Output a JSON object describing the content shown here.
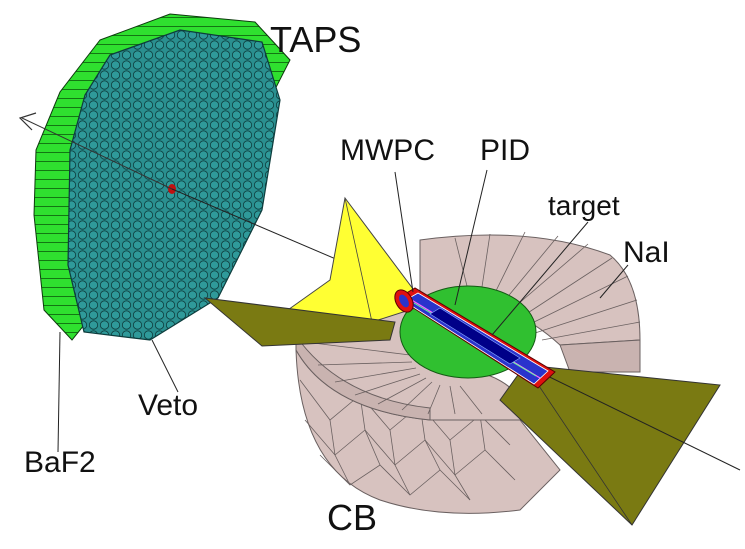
{
  "labels": {
    "taps": "TAPS",
    "mwpc": "MWPC",
    "pid": "PID",
    "target": "target",
    "nai": "NaI",
    "veto": "Veto",
    "baf2": "BaF2",
    "cb": "CB"
  },
  "colors": {
    "taps_side": "#2fe02f",
    "taps_face": "#2a8f8f",
    "taps_cell_edge": "#0d3c3c",
    "cb_face": "#d7c2bf",
    "cb_line": "#6a6060",
    "yellow_wedge": "#ffff33",
    "olive_wedge": "#7a7a12",
    "inner_green": "#30c030",
    "tube_red": "#e01010",
    "tube_blue": "#2a33cc",
    "line": "#222222"
  }
}
